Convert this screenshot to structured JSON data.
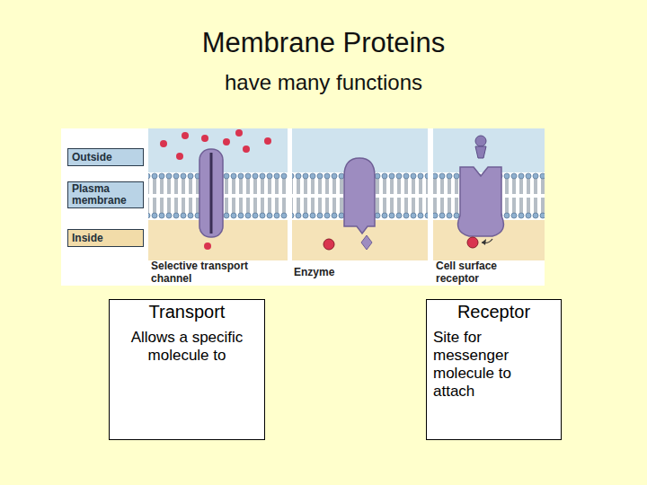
{
  "diagram": {
    "title": "Membrane Proteins",
    "nodes": [
      {
        "text": [
          "Outside"
        ]
      },
      {
        "text": [
          "Plasma membrane"
        ]
      },
      {
        "text": [
          "Inside"
        ]
      },
      {
        "text": [
          "Transport",
          "Allows a specific molecule to"
        ]
      },
      {
        "text": [
          "Receptor",
          "Site for messenger molecule to attach"
        ]
      }
    ],
    "labels": [
      "have many functions",
      "Selective transport channel",
      "Enzyme",
      "Cell surface receptor"
    ]
  }
}
